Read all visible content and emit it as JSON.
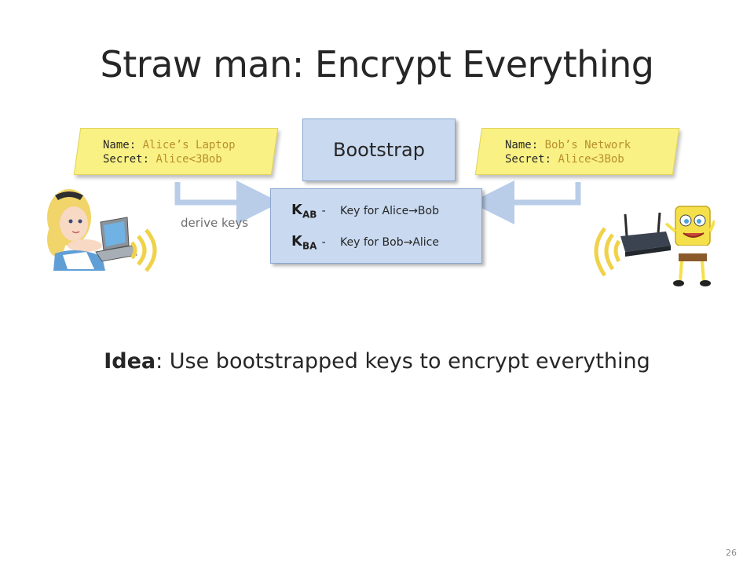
{
  "title": "Straw man: Encrypt Everything",
  "alice_card": {
    "name_label": "Name:",
    "name_value": "Alice’s Laptop",
    "secret_label": "Secret:",
    "secret_value": "Alice<3Bob"
  },
  "bob_card": {
    "name_label": "Name:",
    "name_value": "Bob’s Network",
    "secret_label": "Secret:",
    "secret_value": "Alice<3Bob"
  },
  "bootstrap": "Bootstrap",
  "derive_keys": "derive keys",
  "keys": [
    {
      "symbol": "K",
      "sub": "AB",
      "sep": "-",
      "desc": "Key for Alice→Bob"
    },
    {
      "symbol": "K",
      "sub": "BA",
      "sep": "-",
      "desc": "Key for Bob→Alice"
    }
  ],
  "idea": {
    "bold": "Idea",
    "rest": ": Use bootstrapped keys to encrypt everything"
  },
  "page_number": "26",
  "colors": {
    "card_fill": "#faf184",
    "card_value_text": "#b7902c",
    "box_fill": "#c9d9f0",
    "arrow": "#b9cde9"
  }
}
